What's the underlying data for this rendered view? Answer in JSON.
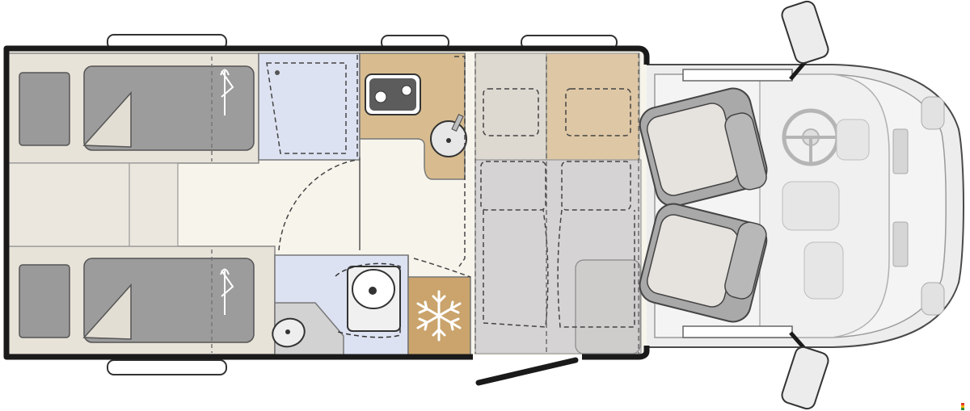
{
  "diagram": {
    "type": "motorhome-floor-plan",
    "text_labels": [],
    "icons": [
      "window-icon",
      "hanger-icon",
      "snowflake-icon",
      "hob-icon",
      "sink-icon",
      "toilet-icon",
      "steering-wheel-icon",
      "seat-icon",
      "mirror-icon"
    ],
    "zones": [
      "rear-bed-left",
      "rear-bed-right",
      "wardrobe",
      "kitchen",
      "bathroom",
      "fridge",
      "drop-down-bed",
      "dinette",
      "cab"
    ],
    "colors": {
      "wall": "#1a1a1a",
      "floor": "#f7f4ec",
      "bed_frame": "#e8e3d9",
      "mattress": "#9c9c9c",
      "pillow": "#9a9a9a",
      "wardrobe_fill": "#dde2f2",
      "bath_fill": "#dde2f2",
      "kitchen_fill": "#d8bc8f",
      "fridge_fill": "#caa46c",
      "dinette_fill": "#d6d3d4",
      "seat_fill": "#e6e2de",
      "seat_frame": "#a9a9a9",
      "cab_fill": "#ececec",
      "outline": "#333333"
    }
  }
}
